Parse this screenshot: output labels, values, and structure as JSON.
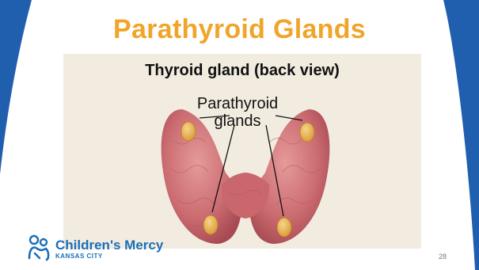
{
  "slide": {
    "title": "Parathyroid Glands",
    "page_number": "28"
  },
  "figure": {
    "title": "Thyroid gland (back view)",
    "label_line1": "Parathyroid",
    "label_line2": "glands"
  },
  "logo": {
    "name": "Children's Mercy",
    "city": "KANSAS CITY"
  },
  "colors": {
    "slide_bg": "#1f5fae",
    "face": "#ffffff",
    "title": "#f0a52a",
    "figure_bg": "#f2ece0",
    "thyroid": "#c96a6c",
    "gland": "#e8b34a",
    "logo": "#1a6fb8"
  }
}
